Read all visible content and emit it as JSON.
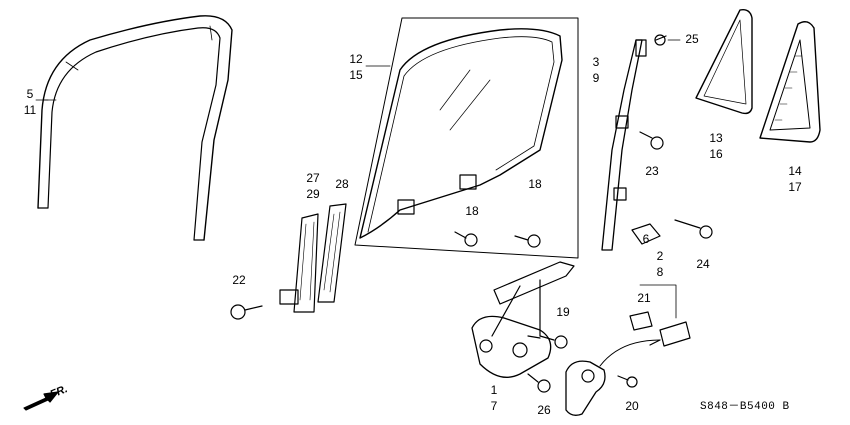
{
  "labels": {
    "p5": "5",
    "p11": "11",
    "p12": "12",
    "p15": "15",
    "p3": "3",
    "p9": "9",
    "p25": "25",
    "p13": "13",
    "p16": "16",
    "p14": "14",
    "p17": "17",
    "p23": "23",
    "p18a": "18",
    "p18b": "18",
    "p27": "27",
    "p29": "29",
    "p28": "28",
    "p22": "22",
    "p6": "6",
    "p24": "24",
    "p2": "2",
    "p8": "8",
    "p21": "21",
    "p19": "19",
    "p1": "1",
    "p7": "7",
    "p26": "26",
    "p20": "20"
  },
  "direction_label": "FR.",
  "diagram_code": "S848－B5400 B",
  "colors": {
    "line": "#000000",
    "background": "#ffffff"
  }
}
